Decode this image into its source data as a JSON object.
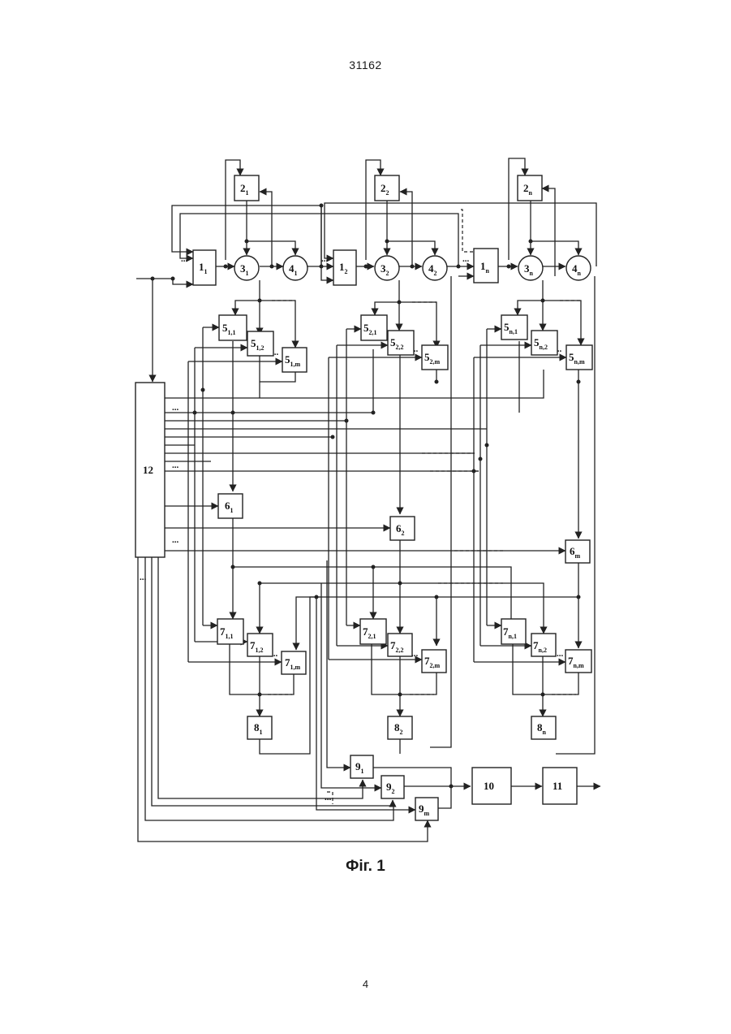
{
  "document_number": "31162",
  "figure_caption": "Фіг. 1",
  "page_number": "4",
  "ellipsis": "...",
  "blocks": {
    "b1_1": {
      "main": "1",
      "sub": "1"
    },
    "b1_2": {
      "main": "1",
      "sub": "2"
    },
    "b1_n": {
      "main": "1",
      "sub": "n"
    },
    "b2_1": {
      "main": "2",
      "sub": "1"
    },
    "b2_2": {
      "main": "2",
      "sub": "2"
    },
    "b2_n": {
      "main": "2",
      "sub": "n"
    },
    "b3_1": {
      "main": "3",
      "sub": "1"
    },
    "b3_2": {
      "main": "3",
      "sub": "2"
    },
    "b3_n": {
      "main": "3",
      "sub": "n"
    },
    "b4_1": {
      "main": "4",
      "sub": "1"
    },
    "b4_2": {
      "main": "4",
      "sub": "2"
    },
    "b4_n": {
      "main": "4",
      "sub": "n"
    },
    "b5_11": {
      "main": "5",
      "sub": "1,1"
    },
    "b5_12": {
      "main": "5",
      "sub": "1,2"
    },
    "b5_1m": {
      "main": "5",
      "sub": "1,m"
    },
    "b5_21": {
      "main": "5",
      "sub": "2,1"
    },
    "b5_22": {
      "main": "5",
      "sub": "2,2"
    },
    "b5_2m": {
      "main": "5",
      "sub": "2,m"
    },
    "b5_n1": {
      "main": "5",
      "sub": "n,1"
    },
    "b5_n2": {
      "main": "5",
      "sub": "n,2"
    },
    "b5_nm": {
      "main": "5",
      "sub": "n,m"
    },
    "b6_1": {
      "main": "6",
      "sub": "1"
    },
    "b6_2": {
      "main": "6",
      "sub": "2"
    },
    "b6_m": {
      "main": "6",
      "sub": "m"
    },
    "b7_11": {
      "main": "7",
      "sub": "1,1"
    },
    "b7_12": {
      "main": "7",
      "sub": "1,2"
    },
    "b7_1m": {
      "main": "7",
      "sub": "1,m"
    },
    "b7_21": {
      "main": "7",
      "sub": "2,1"
    },
    "b7_22": {
      "main": "7",
      "sub": "2,2"
    },
    "b7_2m": {
      "main": "7",
      "sub": "2,m"
    },
    "b7_n1": {
      "main": "7",
      "sub": "n,1"
    },
    "b7_n2": {
      "main": "7",
      "sub": "n,2"
    },
    "b7_nm": {
      "main": "7",
      "sub": "n,m"
    },
    "b8_1": {
      "main": "8",
      "sub": "1"
    },
    "b8_2": {
      "main": "8",
      "sub": "2"
    },
    "b8_n": {
      "main": "8",
      "sub": "n"
    },
    "b9_1": {
      "main": "9",
      "sub": "1"
    },
    "b9_2": {
      "main": "9",
      "sub": "2"
    },
    "b9_m": {
      "main": "9",
      "sub": "m"
    },
    "b10": {
      "main": "10",
      "sub": ""
    },
    "b11": {
      "main": "11",
      "sub": ""
    },
    "b12": {
      "main": "12",
      "sub": ""
    }
  }
}
